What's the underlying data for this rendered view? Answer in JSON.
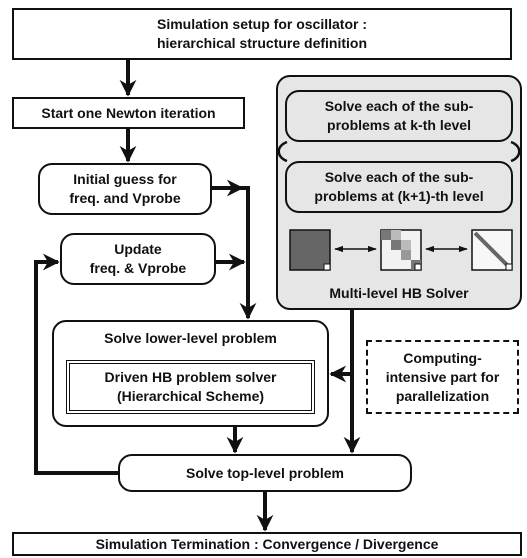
{
  "nodes": {
    "setup": [
      "Simulation setup for oscillator :",
      "hierarchical structure definition"
    ],
    "newton": "Start one Newton iteration",
    "initial_guess": [
      "Initial guess for",
      "freq. and Vprobe"
    ],
    "update": [
      "Update",
      "freq. & Vprobe"
    ],
    "solve_k": [
      "Solve each of the sub-",
      "problems at k-th level"
    ],
    "solve_k1": [
      "Solve each of the sub-",
      "problems at (k+1)-th level"
    ],
    "multilevel_label": "Multi-level HB Solver",
    "lower_level": "Solve lower-level problem",
    "driven_hb": [
      "Driven HB problem solver",
      "(Hierarchical Scheme)"
    ],
    "computing": [
      "Computing-",
      "intensive part for",
      "parallelization"
    ],
    "top_level": "Solve top-level problem",
    "termination": "Simulation Termination :   Convergence / Divergence"
  },
  "colors": {
    "line": "#111111",
    "panel": "#e6e6e6",
    "matrix_dark": "#666666",
    "matrix_mid": "#999999"
  }
}
